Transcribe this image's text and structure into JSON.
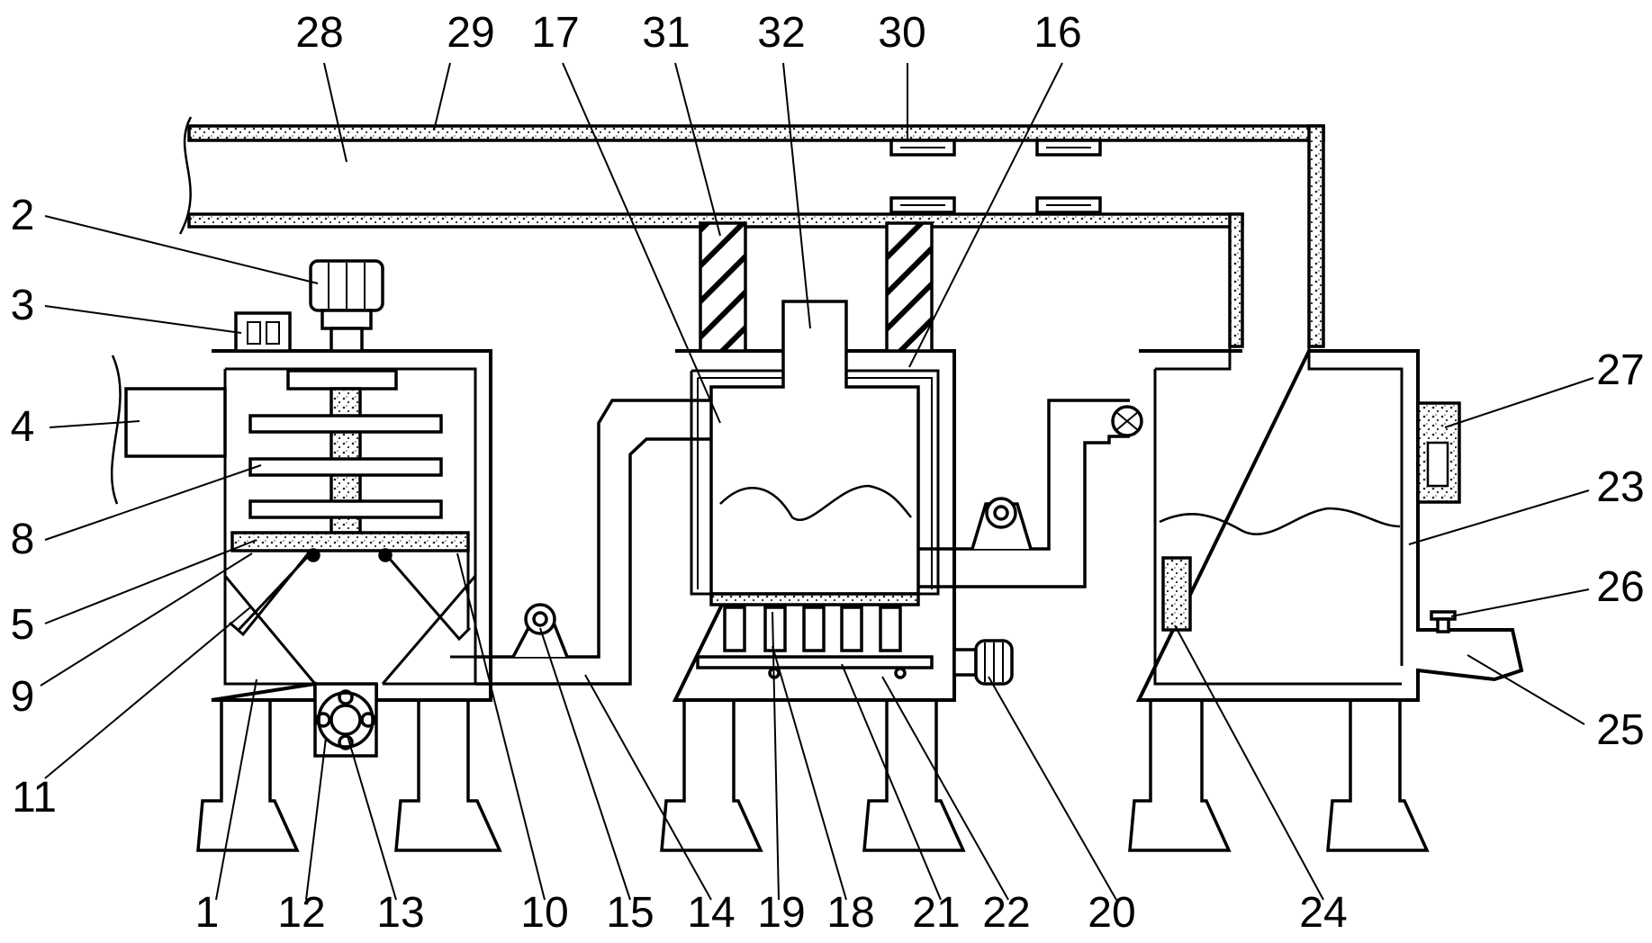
{
  "figure": {
    "labels": [
      {
        "id": "1",
        "text": "1"
      },
      {
        "id": "2",
        "text": "2"
      },
      {
        "id": "3",
        "text": "3"
      },
      {
        "id": "4",
        "text": "4"
      },
      {
        "id": "5",
        "text": "5"
      },
      {
        "id": "8",
        "text": "8"
      },
      {
        "id": "9",
        "text": "9"
      },
      {
        "id": "10",
        "text": "10"
      },
      {
        "id": "11",
        "text": "11"
      },
      {
        "id": "12",
        "text": "12"
      },
      {
        "id": "13",
        "text": "13"
      },
      {
        "id": "14",
        "text": "14"
      },
      {
        "id": "15",
        "text": "15"
      },
      {
        "id": "16",
        "text": "16"
      },
      {
        "id": "17",
        "text": "17"
      },
      {
        "id": "18",
        "text": "18"
      },
      {
        "id": "19",
        "text": "19"
      },
      {
        "id": "20",
        "text": "20"
      },
      {
        "id": "21",
        "text": "21"
      },
      {
        "id": "22",
        "text": "22"
      },
      {
        "id": "23",
        "text": "23"
      },
      {
        "id": "24",
        "text": "24"
      },
      {
        "id": "25",
        "text": "25"
      },
      {
        "id": "26",
        "text": "26"
      },
      {
        "id": "27",
        "text": "27"
      },
      {
        "id": "28",
        "text": "28"
      },
      {
        "id": "29",
        "text": "29"
      },
      {
        "id": "30",
        "text": "30"
      },
      {
        "id": "31",
        "text": "31"
      },
      {
        "id": "32",
        "text": "32"
      }
    ]
  }
}
